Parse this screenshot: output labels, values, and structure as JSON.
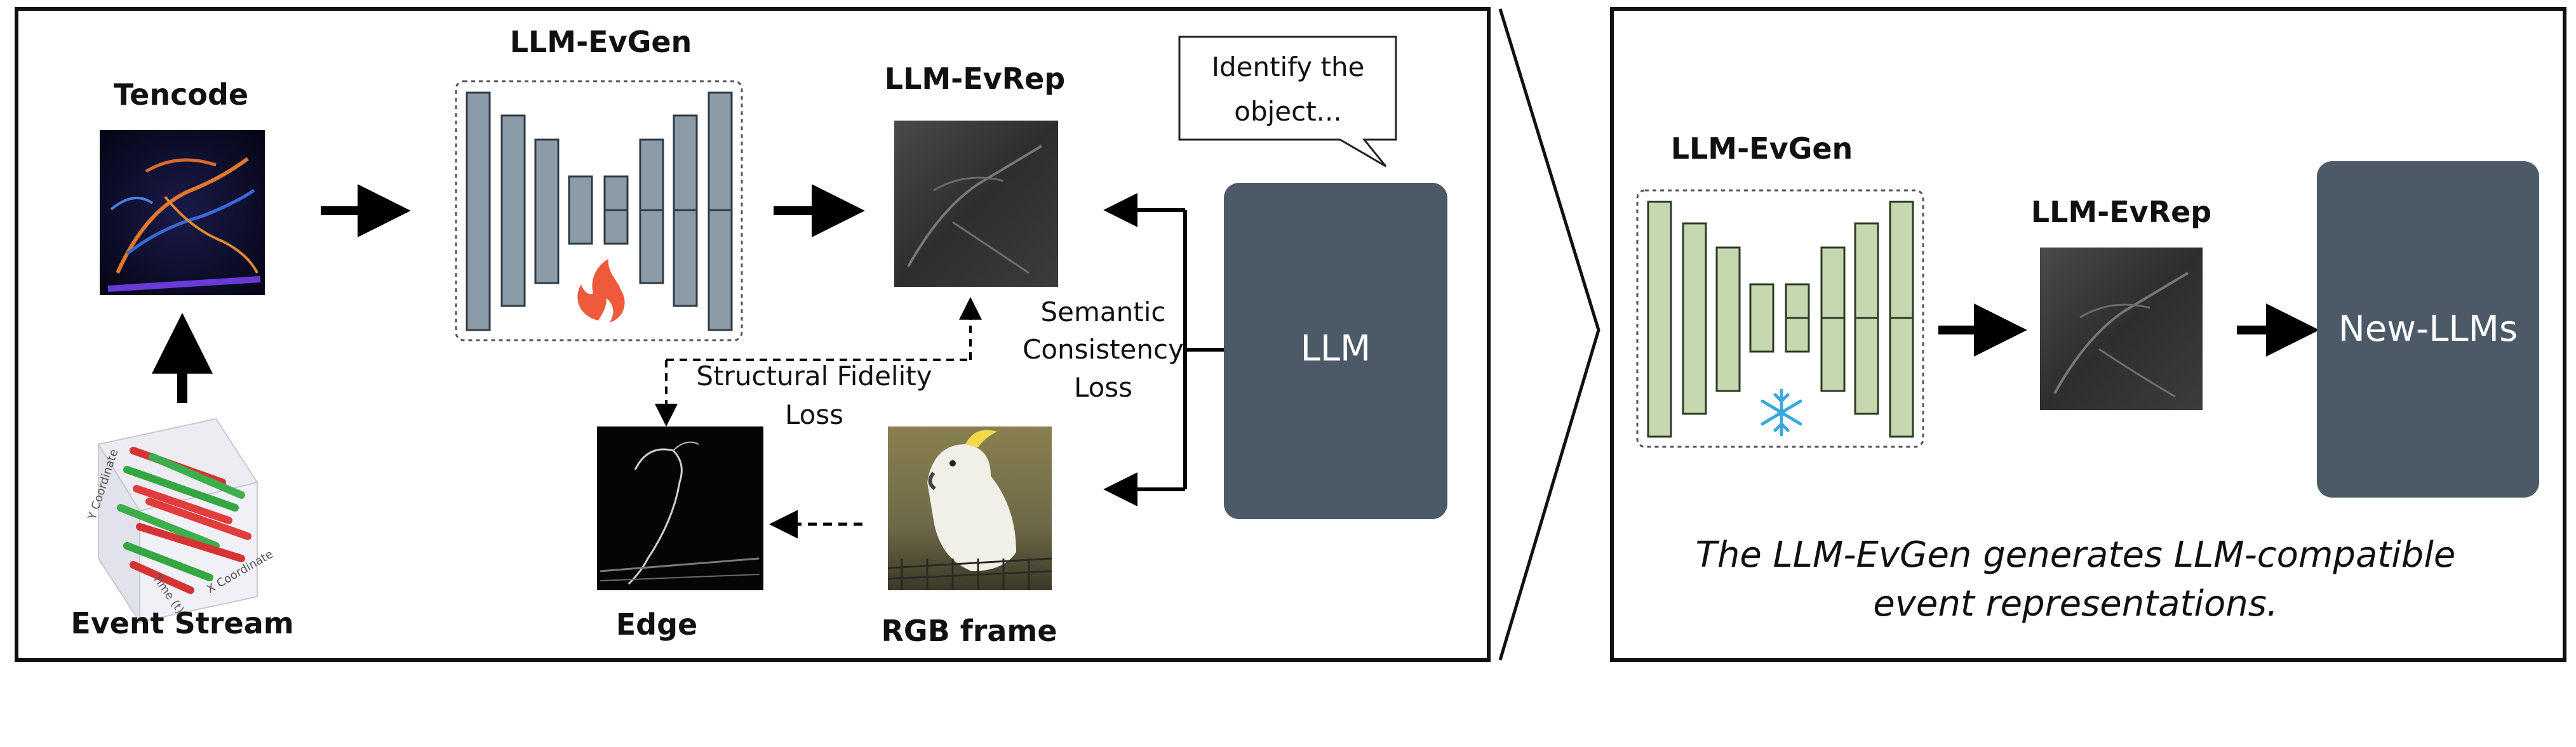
{
  "left_panel": {
    "tencode_label": "Tencode",
    "evgen_label": "LLM-EvGen",
    "evrep_label": "LLM-EvRep",
    "event_stream_label": "Event Stream",
    "edge_label": "Edge",
    "rgb_label": "RGB frame",
    "speech_line1": "Identify the",
    "speech_line2": "object...",
    "llm_label": "LLM",
    "structural_line1": "Structural Fidelity",
    "structural_line2": "Loss",
    "semantic_line1": "Semantic",
    "semantic_line2": "Consistency",
    "semantic_line3": "Loss",
    "fire_icon": "fire-icon",
    "event_axis_labels": [
      "Y Coordinate",
      "Time (t)",
      "X Coordinate"
    ]
  },
  "right_panel": {
    "evgen_label": "LLM-EvGen",
    "evrep_label": "LLM-EvRep",
    "newllm_label": "New-LLMs",
    "snowflake_icon": "snowflake-icon",
    "caption_line1": "The LLM-EvGen generates LLM-compatible",
    "caption_line2": "event representations."
  },
  "colors": {
    "trainable_bar": "#8c9ba8",
    "frozen_bar": "#c5d8b0",
    "llm_box": "#4c5a68",
    "fire": "#ee5a3a",
    "snowflake": "#3aa8dc"
  }
}
